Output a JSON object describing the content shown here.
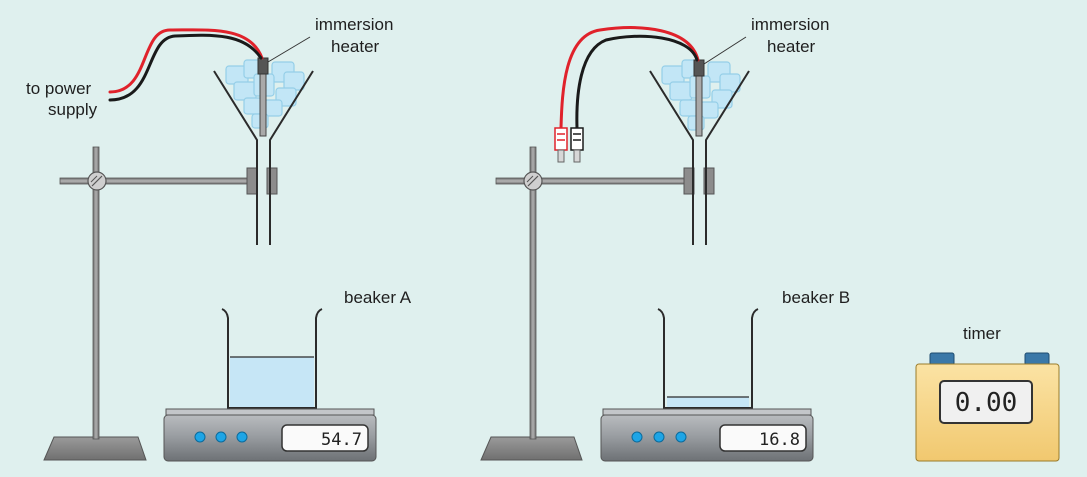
{
  "labels": {
    "immersion_heater_a_line1": "immersion",
    "immersion_heater_a_line2": "heater",
    "immersion_heater_b_line1": "immersion",
    "immersion_heater_b_line2": "heater",
    "power_supply_line1": "to power",
    "power_supply_line2": "supply",
    "beaker_a": "beaker A",
    "beaker_b": "beaker B",
    "timer": "timer"
  },
  "readings": {
    "balance_a": "54.7",
    "balance_b": "16.8",
    "timer": "0.00"
  },
  "levels": {
    "beaker_a_fill_fraction": 0.5,
    "beaker_b_fill_fraction": 0.1
  },
  "colors": {
    "background": "#dff0ee",
    "water": "#c6e6f6",
    "ice": "#bfe6f7",
    "stand": "#8a8a8a",
    "balance_body": "#8d9195",
    "balance_button": "#1ea5e6",
    "wire_red": "#e0222b",
    "wire_black": "#1a1a1a",
    "timer_body": "#f8d98c",
    "timer_button": "#3a78a8"
  }
}
